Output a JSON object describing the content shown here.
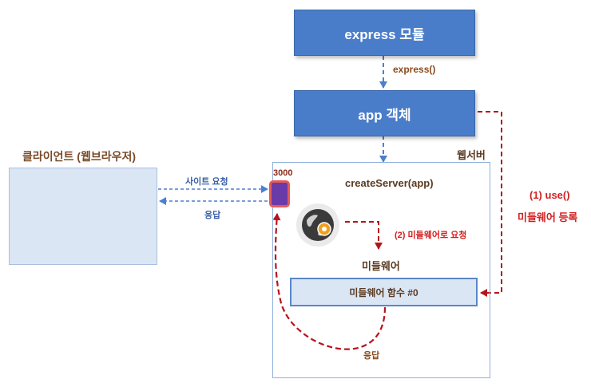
{
  "express_module": "express 모듈",
  "express_call": "express()",
  "app_object": "app 객체",
  "web_server": "웹서버",
  "client_title": "클라이언트 (웹브라우저)",
  "site_request": "사이트 요청",
  "response_left": "응답",
  "port": "3000",
  "create_server": "createServer(app)",
  "use_call": "(1) use()",
  "register_middleware": "미들웨어 등록",
  "middleware_request": "(2) 미들웨어로 요청",
  "middleware_label": "미들웨어",
  "middleware_function": "미들웨어 함수 #0",
  "response_bottom": "응답",
  "colors": {
    "box_blue": "#4a7dc9",
    "client_fill": "#dbe6f5",
    "server_border": "#8fb0dc",
    "arrow_blue": "#4d7fd0",
    "arrow_red": "#b5141c",
    "port_purple": "#6a3aa8"
  }
}
